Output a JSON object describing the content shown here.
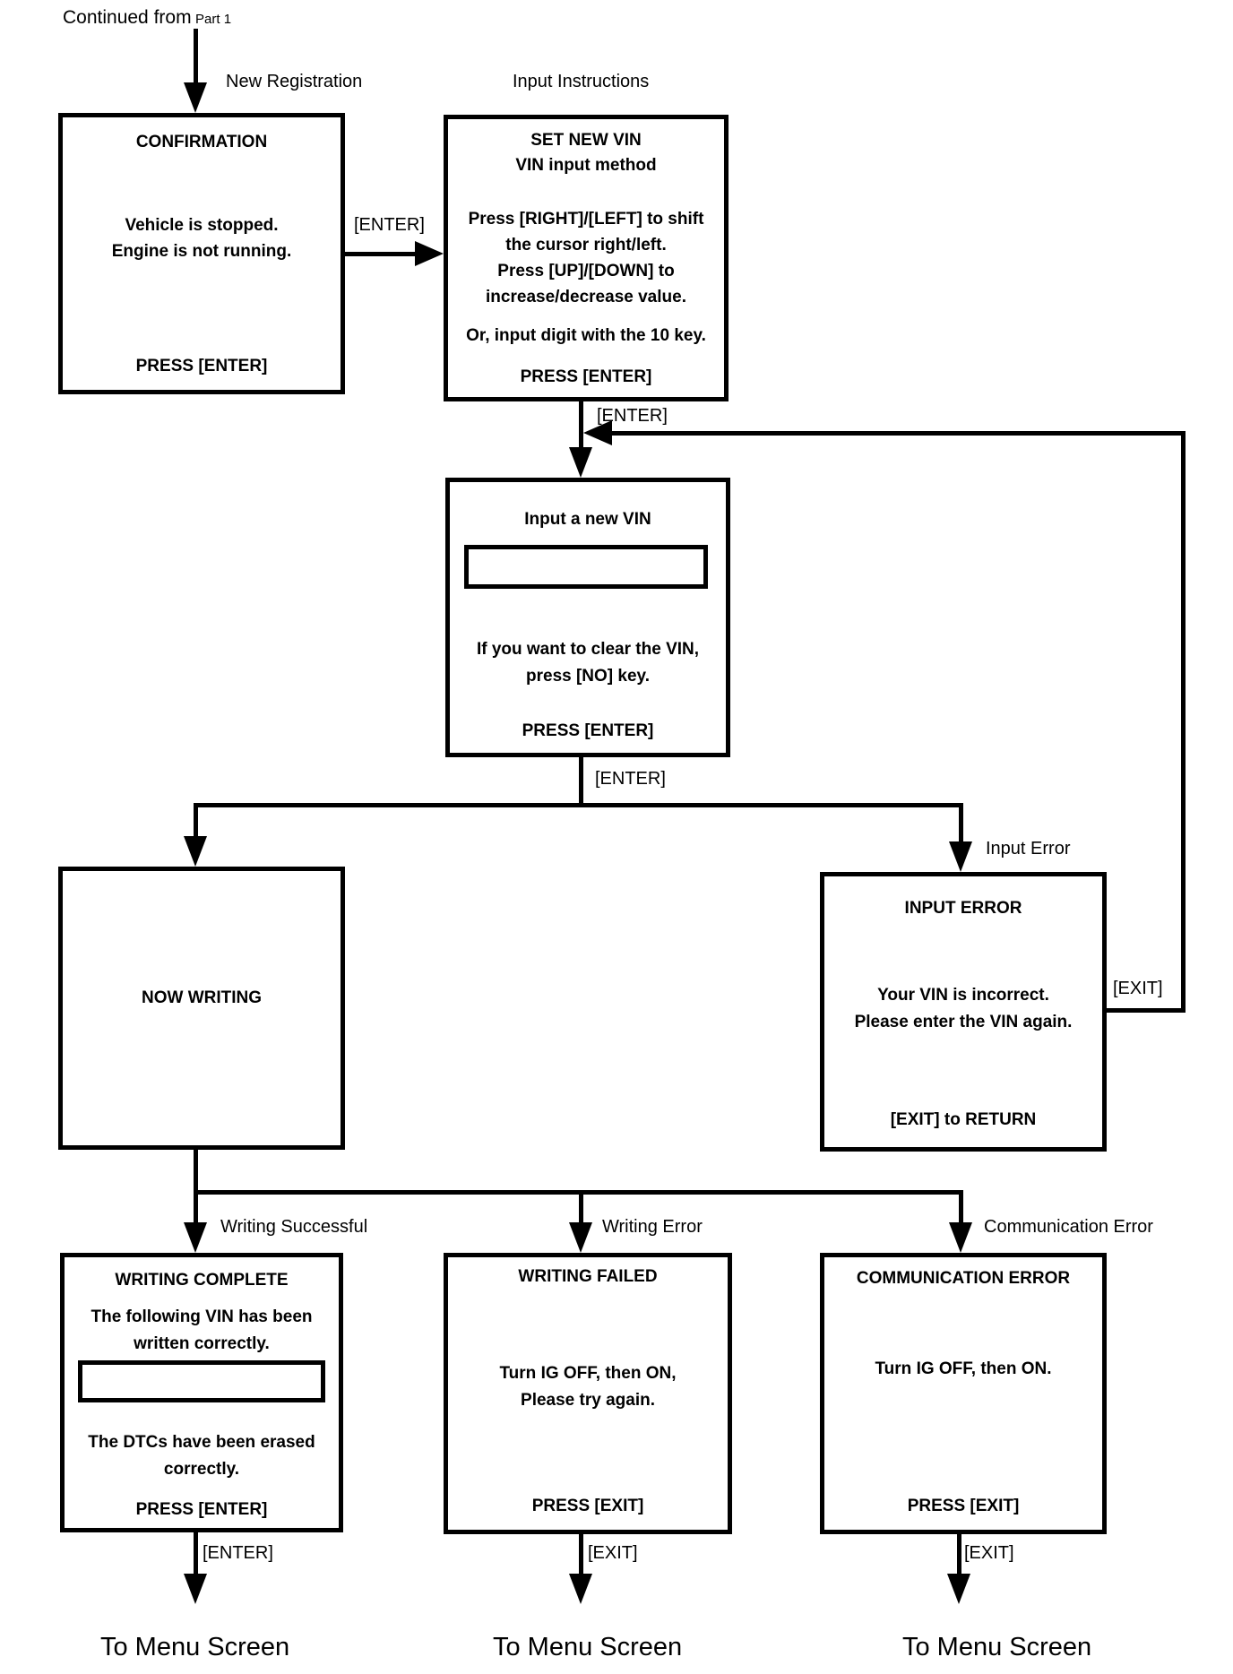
{
  "colors": {
    "ink": "#000000",
    "paper": "#ffffff"
  },
  "header": {
    "continued_from": "Continued from",
    "part_ref": "Part 1"
  },
  "branch_labels": {
    "new_registration": "New Registration",
    "input_instructions": "Input Instructions",
    "input_error": "Input Error",
    "writing_successful": "Writing Successful",
    "writing_error": "Writing Error",
    "communication_error": "Communication Error"
  },
  "edges": {
    "confirm_to_instructions": "[ENTER]",
    "instructions_to_input": "[ENTER]",
    "input_to_result": "[ENTER]",
    "input_error_exit": "[EXIT]",
    "complete_exit": "[ENTER]",
    "failed_exit": "[EXIT]",
    "comm_error_exit": "[EXIT]"
  },
  "terminals": {
    "to_menu_screen": "To Menu Screen"
  },
  "boxes": {
    "confirmation": {
      "title": "CONFIRMATION",
      "lines": [
        "Vehicle is stopped.",
        "Engine is not running."
      ],
      "footer": "PRESS [ENTER]"
    },
    "set_new_vin": {
      "title": "SET NEW VIN",
      "subtitle": "VIN input method",
      "lines": [
        "Press [RIGHT]/[LEFT] to shift",
        "the cursor right/left.",
        "Press [UP]/[DOWN] to",
        "increase/decrease value."
      ],
      "note": "Or, input digit with the 10 key.",
      "footer": "PRESS [ENTER]"
    },
    "input_new_vin": {
      "title": "Input a new VIN",
      "vin_field_value": "",
      "lines": [
        "If you want to clear the VIN,",
        "press [NO] key."
      ],
      "footer": "PRESS [ENTER]"
    },
    "now_writing": {
      "title": "NOW WRITING"
    },
    "input_error": {
      "title": "INPUT ERROR",
      "lines": [
        "Your VIN is incorrect.",
        "Please enter the VIN again."
      ],
      "footer": "[EXIT] to RETURN"
    },
    "writing_complete": {
      "title": "WRITING COMPLETE",
      "lines_top": [
        "The following VIN has been",
        "written correctly."
      ],
      "vin_field_value": "",
      "lines_bottom": [
        "The DTCs have been erased",
        "correctly."
      ],
      "footer": "PRESS [ENTER]"
    },
    "writing_failed": {
      "title": "WRITING FAILED",
      "lines": [
        "Turn IG OFF, then ON,",
        "Please try again."
      ],
      "footer": "PRESS [EXIT]"
    },
    "communication_error": {
      "title": "COMMUNICATION ERROR",
      "lines": [
        "Turn IG OFF, then ON."
      ],
      "footer": "PRESS [EXIT]"
    }
  }
}
